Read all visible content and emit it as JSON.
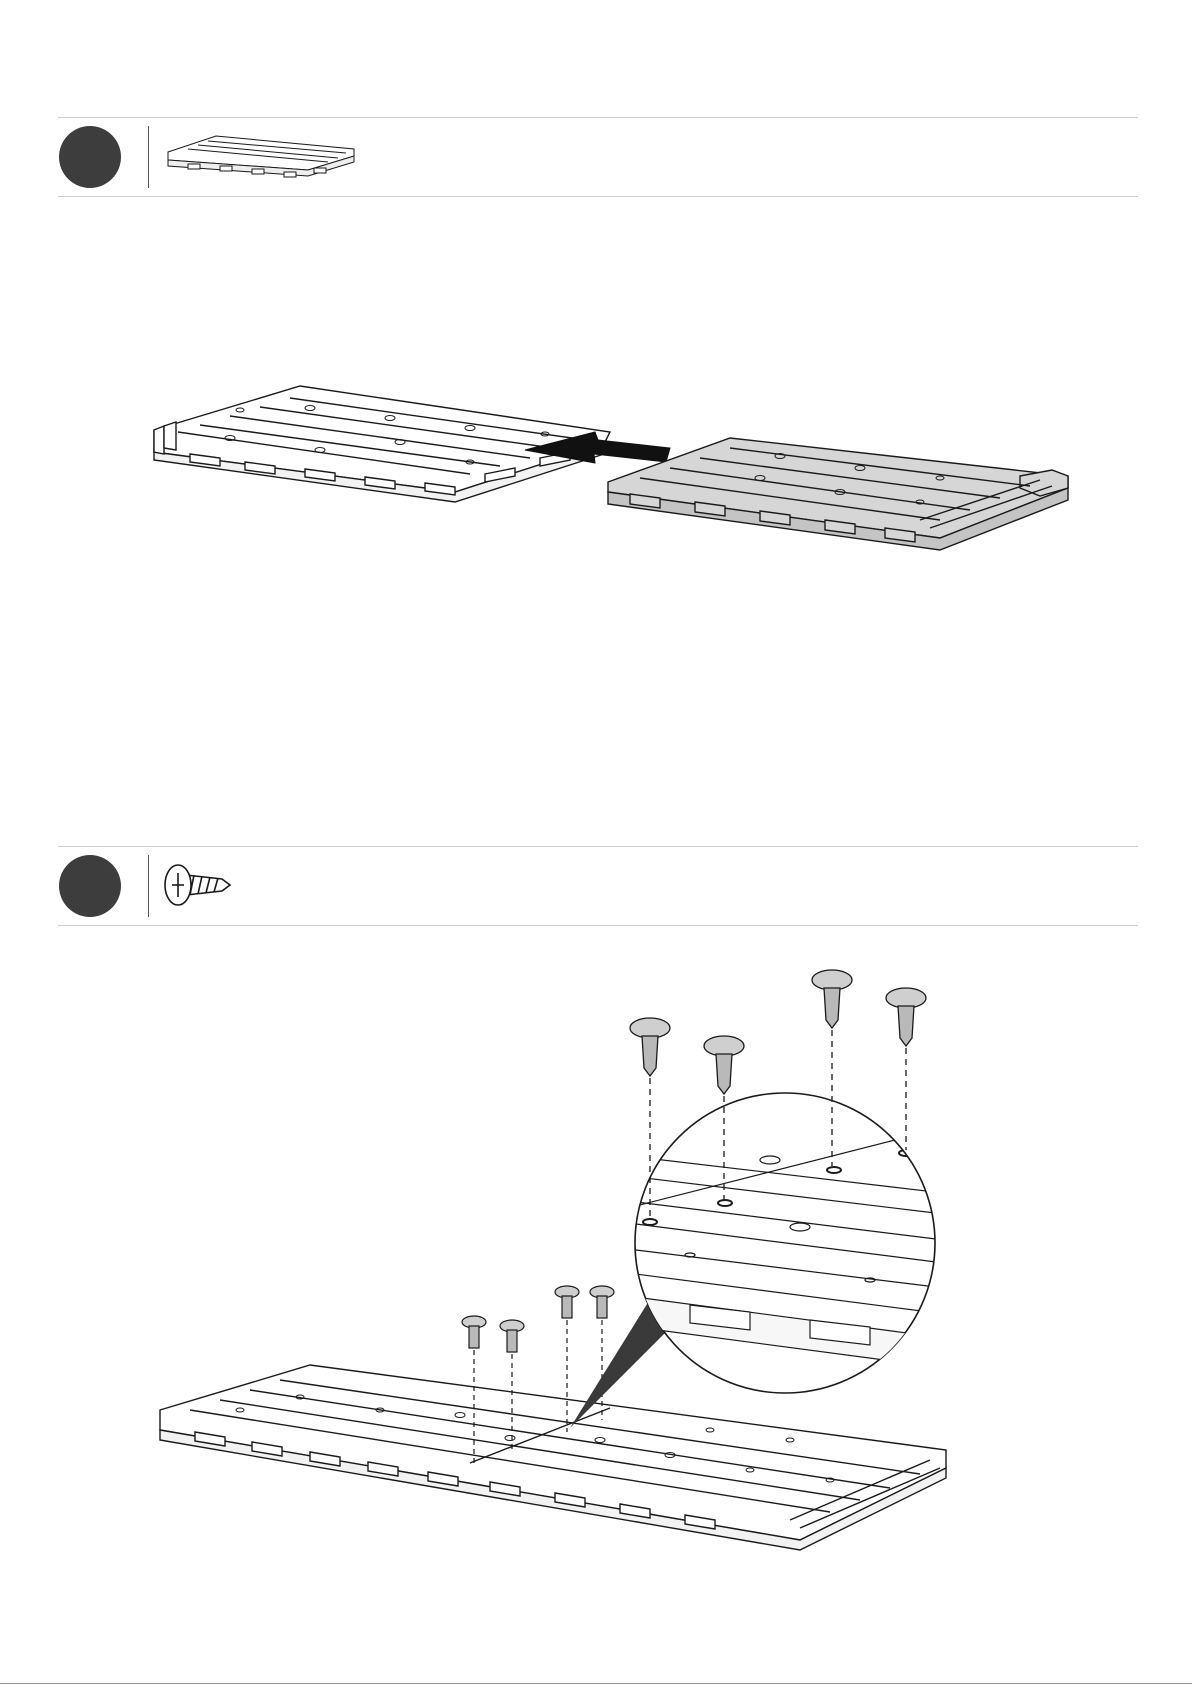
{
  "document": {
    "type": "assembly-instructions",
    "steps": [
      {
        "part_icon": "floor-panel-icon",
        "action": "slide-panels-together"
      },
      {
        "part_icon": "screw-icon",
        "action": "fasten-with-screws"
      }
    ],
    "colors": {
      "step_circle": "#3d3d3d",
      "line": "#1a1a1a",
      "panel_fill": "#ffffff",
      "panel_fill_moving": "#d6d6d6",
      "arrow": "#111111",
      "rule": "#cfcfcf"
    }
  }
}
